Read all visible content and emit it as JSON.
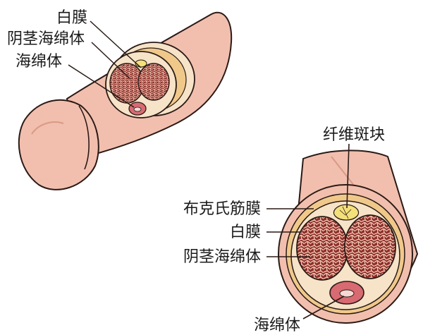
{
  "labels": {
    "top_tunica_albuginea": "白膜",
    "top_corpus_cavernosum": "阴茎海绵体",
    "top_corpus_spongiosum": "海绵体",
    "fibrous_plaque": "纤维斑块",
    "bucks_fascia": "布克氏筋膜",
    "bottom_tunica_albuginea": "白膜",
    "bottom_corpus_cavernosum": "阴茎海绵体",
    "bottom_corpus_spongiosum": "海绵体"
  },
  "colors": {
    "skin": "#f2bfae",
    "skin_shadow": "#d99a86",
    "outline": "#2a1a16",
    "cavernosum": "#8e2f2a",
    "cavernosum_mesh": "#f2c9b6",
    "tunica": "#f6e3c8",
    "fascia": "#f0c98a",
    "plaque": "#f4e07a",
    "spongiosum": "#d86a72",
    "urethra": "#f7d9d4"
  }
}
